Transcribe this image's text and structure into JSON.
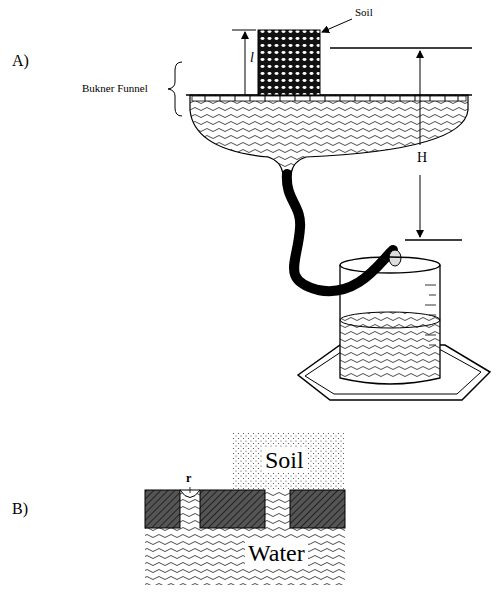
{
  "diagram": {
    "labels": [
      "A)",
      "Soil",
      "l",
      "Bukner Funnel",
      "H",
      "B)",
      "r",
      "Soil",
      "Water"
    ]
  }
}
